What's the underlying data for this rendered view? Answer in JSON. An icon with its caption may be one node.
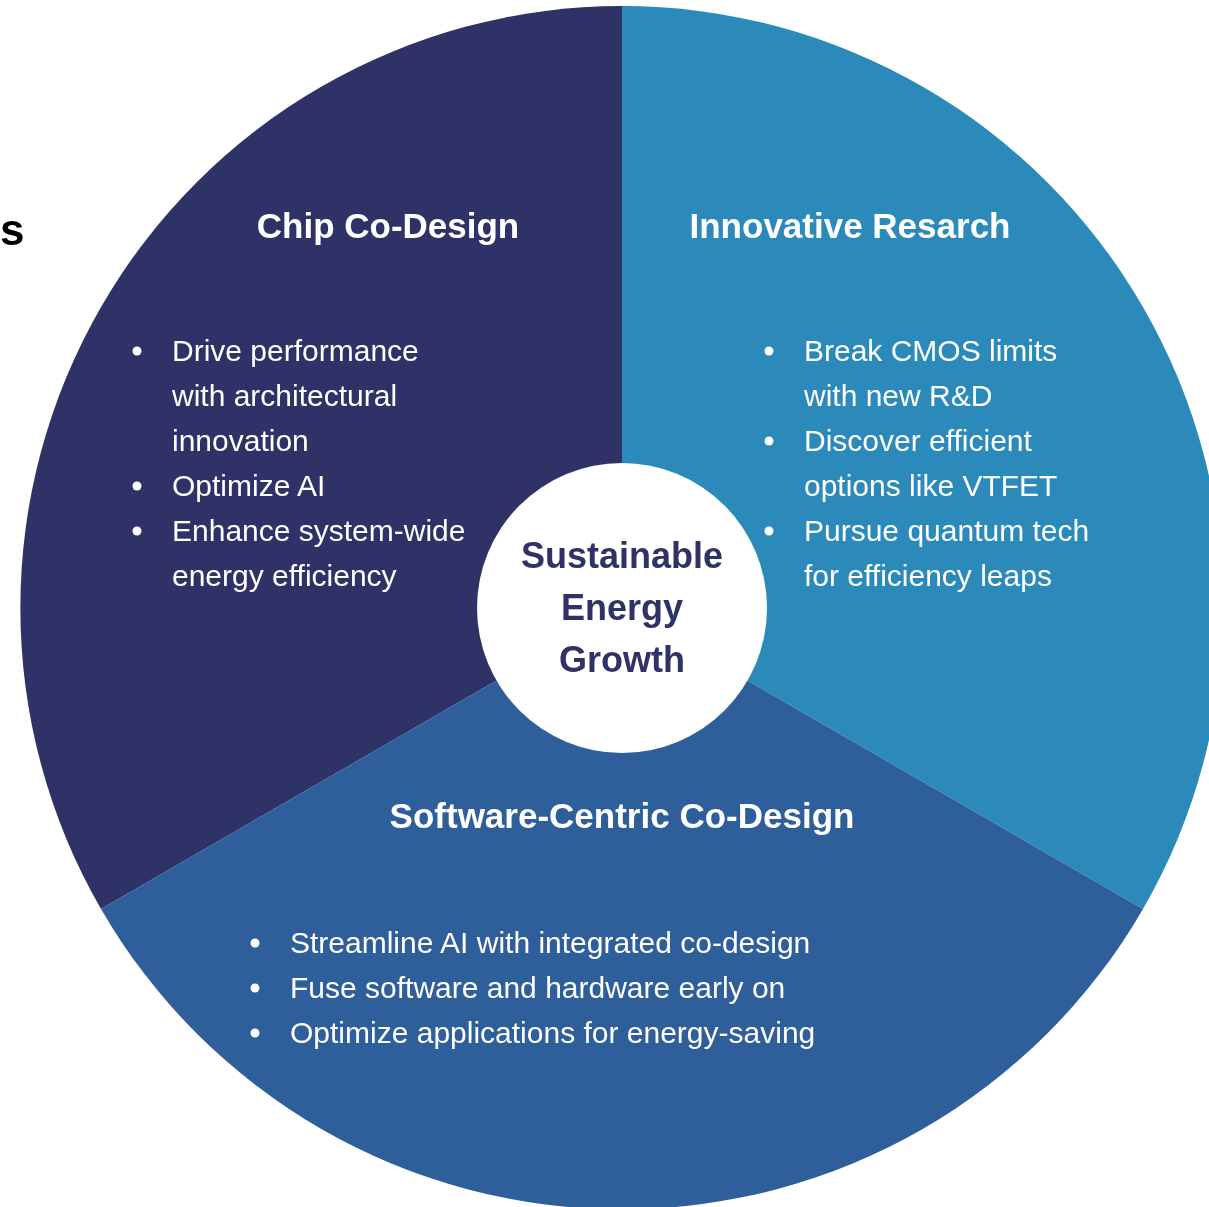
{
  "diagram": {
    "nodes": [
      {
        "text": [
          "Sustainable Energy Growth"
        ]
      },
      {
        "text": [
          "Chip Co-Design",
          "Drive performance with architectural innovation",
          "Optimize AI",
          "Enhance system-wide energy efficiency"
        ]
      },
      {
        "text": [
          "Innovative Resarch",
          "Break CMOS limits with new R&D",
          "Discover efficient options like VTFET",
          "Pursue quantum tech for efficiency leaps"
        ]
      },
      {
        "text": [
          "Software-Centric Co-Design",
          "Streamline AI with integrated co-design",
          "Fuse software and hardware early on",
          "Optimize applications for energy-saving"
        ]
      }
    ],
    "labels": [
      "s"
    ]
  }
}
